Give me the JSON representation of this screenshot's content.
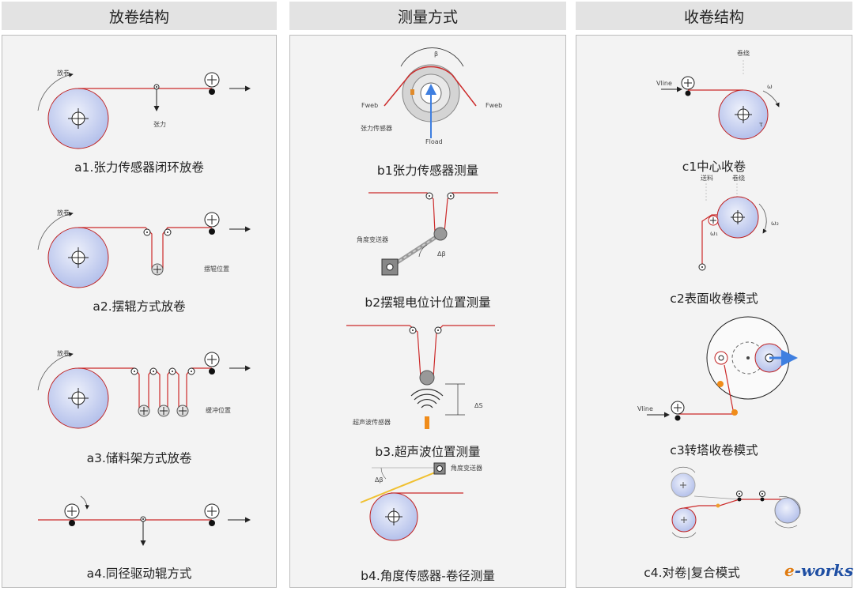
{
  "headers": {
    "unwind": "放卷结构",
    "measure": "测量方式",
    "rewind": "收卷结构"
  },
  "captions": {
    "a1": "a1.张力传感器闭环放卷",
    "a2": "a2.摆辊方式放卷",
    "a3": "a3.储料架方式放卷",
    "a4": "a4.同径驱动辊方式",
    "b1": "b1张力传感器测量",
    "b2": "b2摆辊电位计位置测量",
    "b3": "b3.超声波位置测量",
    "b4": "b4.角度传感器-卷径测量",
    "c1": "c1中心收卷",
    "c2": "c2表面收卷模式",
    "c3": "c3转塔收卷模式",
    "c4": "c4.对卷|复合模式"
  },
  "labels": {
    "fangjuan": "放卷",
    "zhangli": "张力",
    "baigun_pos": "摆辊位置",
    "huanchong_pos": "缓冲位置",
    "beta": "β",
    "f_web_left": "Fweb",
    "f_web_right": "Fweb",
    "tension_sensor": "张力传感器",
    "f_load": "Fload",
    "angle_transducer": "角度变送器",
    "delta_beta": "Δβ",
    "ultrasonic_sensor": "超声波传感器",
    "delta_s": "ΔS",
    "angle_sensor": "角度变送器",
    "delta_small": "Δβ",
    "juantong": "卷绕",
    "v_line_1": "Vline",
    "omega": "ω",
    "tau": "τ",
    "liaoliao": "送料",
    "juanrao2": "卷绕",
    "omega1": "ω₁",
    "omega2": "ω₂",
    "v_line_3": "Vline"
  },
  "logo": {
    "e": "e",
    "rest": "-works"
  },
  "colors": {
    "web": "#cc2a2a",
    "roll_fill": "#b9c6ee",
    "roll_edge": "#c02020",
    "arrow_blue": "#3f7fe0",
    "sensor_orange": "#f08c1a"
  }
}
